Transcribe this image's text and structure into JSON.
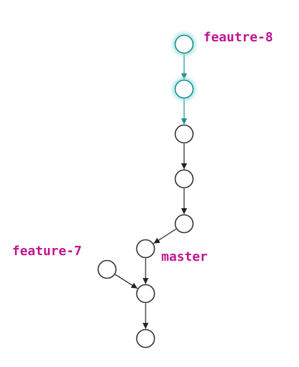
{
  "labels": {
    "feature8": "feautre-8",
    "feature7": "feature-7",
    "master": "master"
  },
  "colors": {
    "label_text": "#c0168f",
    "node_stroke_default": "#333333",
    "node_stroke_highlight": "#1a8f8f",
    "node_glow_highlight": "#9fdede",
    "edge_default": "#222222",
    "edge_highlight": "#1a8f8f"
  },
  "graph": {
    "nodes": [
      {
        "id": "c1",
        "highlighted": true
      },
      {
        "id": "c2",
        "highlighted": true
      },
      {
        "id": "c3",
        "highlighted": false
      },
      {
        "id": "c4",
        "highlighted": false
      },
      {
        "id": "c5",
        "highlighted": false
      },
      {
        "id": "c6",
        "highlighted": false
      },
      {
        "id": "c7",
        "highlighted": false
      },
      {
        "id": "c8",
        "highlighted": false
      },
      {
        "id": "c9",
        "highlighted": false
      }
    ],
    "edges": [
      {
        "from": "c1",
        "to": "c2",
        "highlighted": true
      },
      {
        "from": "c2",
        "to": "c3",
        "highlighted": true
      },
      {
        "from": "c3",
        "to": "c4",
        "highlighted": false
      },
      {
        "from": "c4",
        "to": "c5",
        "highlighted": false
      },
      {
        "from": "c5",
        "to": "c6",
        "highlighted": false
      },
      {
        "from": "c6",
        "to": "c8",
        "highlighted": false
      },
      {
        "from": "c7",
        "to": "c8",
        "highlighted": false
      },
      {
        "from": "c8",
        "to": "c9",
        "highlighted": false
      }
    ]
  }
}
